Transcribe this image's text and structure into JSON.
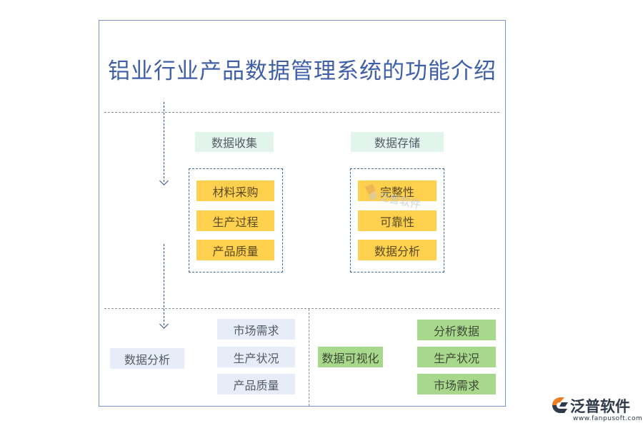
{
  "title": "铝业行业产品数据管理系统的功能介绍",
  "upper": {
    "collection": {
      "header": "数据收集",
      "items": [
        "材料采购",
        "生产过程",
        "产品质量"
      ]
    },
    "storage": {
      "header": "数据存储",
      "items": [
        "完整性",
        "可靠性",
        "数据分析"
      ]
    }
  },
  "lower": {
    "analysis": {
      "header": "数据分析",
      "items": [
        "市场需求",
        "生产状况",
        "产品质量"
      ]
    },
    "visualization": {
      "header": "数据可视化",
      "items": [
        "分析数据",
        "生产状况",
        "市场需求"
      ]
    }
  },
  "watermark": "泛普软件",
  "logo": {
    "name": "泛普软件",
    "url": "www.fanpusoft.com"
  },
  "colors": {
    "frame": "#7a95c9",
    "title": "#3f5fa8",
    "yellow": "#fdd04d",
    "mint": "#e2f5ed",
    "light_blue": "#e6edf8",
    "green": "#a8d88c",
    "logo_orange": "#f07c22"
  }
}
